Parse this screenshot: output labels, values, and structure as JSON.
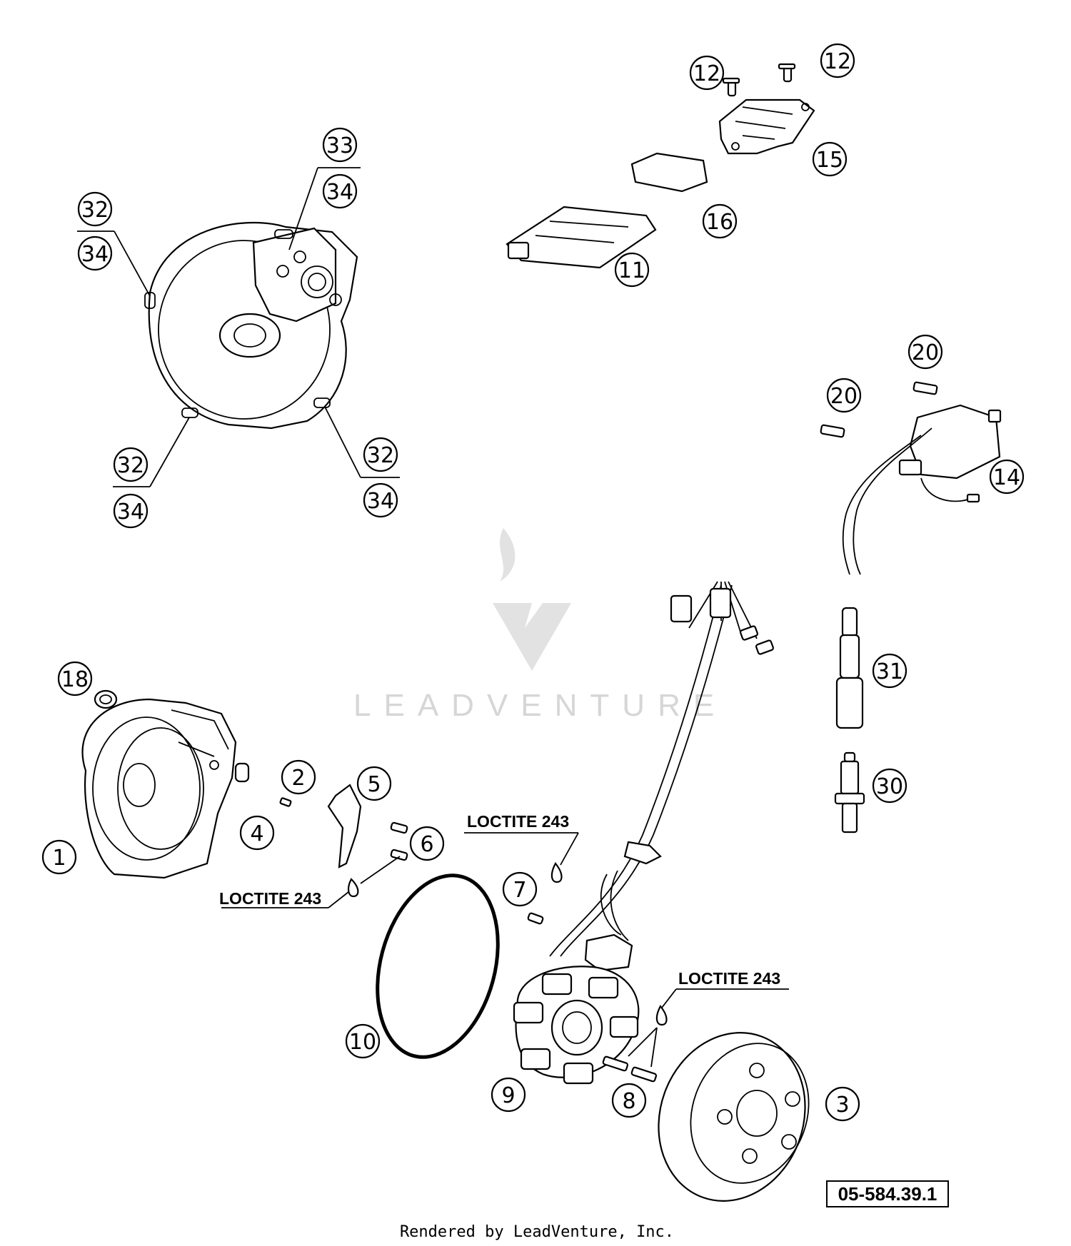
{
  "callouts": {
    "c1": "1",
    "c2": "2",
    "c3": "3",
    "c4": "4",
    "c5": "5",
    "c6": "6",
    "c7": "7",
    "c8": "8",
    "c9": "9",
    "c10": "10",
    "c11": "11",
    "c12": "12",
    "c14": "14",
    "c15": "15",
    "c16": "16",
    "c18": "18",
    "c20": "20",
    "c30": "30",
    "c31": "31",
    "c32": "32",
    "c33": "33",
    "c34": "34"
  },
  "notes": {
    "loctite": "LOCTITE 243"
  },
  "reference": "05-584.39.1",
  "credit": "Rendered by LeadVenture, Inc.",
  "watermark": "LEADVENTURE"
}
